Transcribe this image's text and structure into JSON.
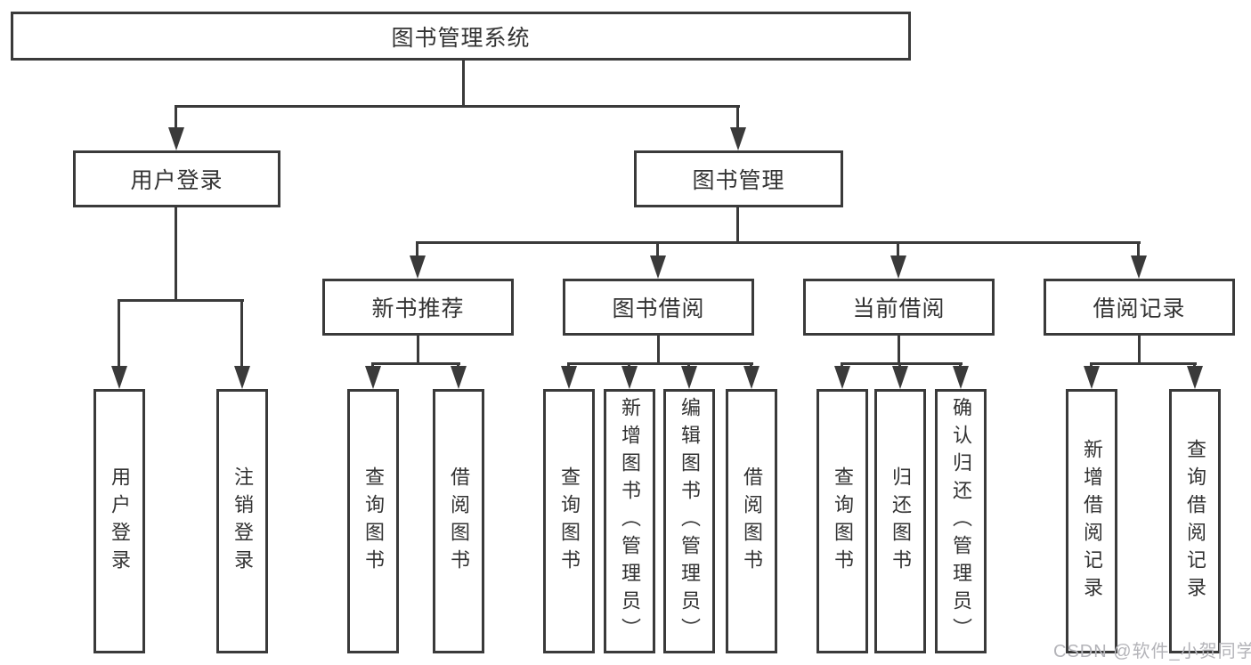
{
  "tree": {
    "root": {
      "label": "图书管理系统"
    },
    "branches": [
      {
        "label": "用户登录",
        "children": [
          {
            "label": "用户登录"
          },
          {
            "label": "注销登录"
          }
        ]
      },
      {
        "label": "图书管理",
        "children": [
          {
            "label": "新书推荐",
            "children": [
              {
                "label": "查询图书"
              },
              {
                "label": "借阅图书"
              }
            ]
          },
          {
            "label": "图书借阅",
            "children": [
              {
                "label": "查询图书"
              },
              {
                "label": "新增图书（管理员）"
              },
              {
                "label": "编辑图书（管理员）"
              },
              {
                "label": "借阅图书"
              }
            ]
          },
          {
            "label": "当前借阅",
            "children": [
              {
                "label": "查询图书"
              },
              {
                "label": "归还图书"
              },
              {
                "label": "确认归还（管理员）"
              }
            ]
          },
          {
            "label": "借阅记录",
            "children": [
              {
                "label": "新增借阅记录"
              },
              {
                "label": "查询借阅记录"
              }
            ]
          }
        ]
      }
    ]
  },
  "watermark": {
    "text": "CSDN @软件_小贺同学"
  },
  "colors": {
    "line": "#3a3a3a",
    "text": "#333333",
    "background": "#ffffff",
    "watermark_text": "#b4b4b9"
  }
}
